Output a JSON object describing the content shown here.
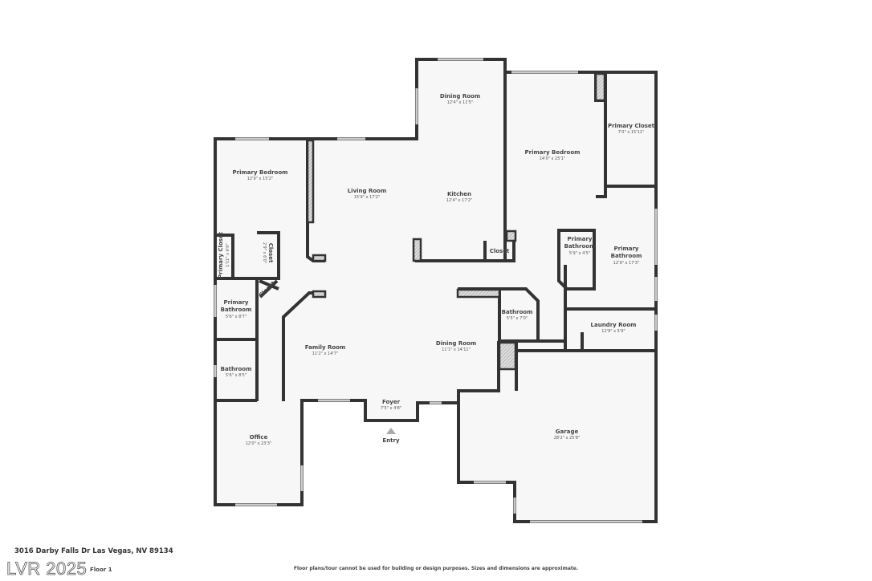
{
  "address": "3016 Darby Falls Dr Las Vegas, NV 89134",
  "floor_label": "Floor 1",
  "watermark": "LVR 2025",
  "disclaimer": "Floor plans/tour cannot be used for building or design purposes. Sizes and dimensions are approximate.",
  "entry_label": "Entry",
  "colors": {
    "wall": "#333333",
    "floor": "#f7f7f7",
    "window": "#cccccc"
  },
  "rooms": [
    {
      "name": "Dining Room",
      "dims": "12'4\" x 11'5\""
    },
    {
      "name": "Primary Bedroom",
      "dims": "14'0\" x 25'1\""
    },
    {
      "name": "Primary Closet",
      "dims": "7'0\" x 15'11\""
    },
    {
      "name": "Primary Bedroom",
      "dims": "12'9\" x 15'2\""
    },
    {
      "name": "Living Room",
      "dims": "15'9\" x 17'2\""
    },
    {
      "name": "Kitchen",
      "dims": "12'4\" x 17'2\""
    },
    {
      "name": "Primary Bathroom",
      "dims": "5'9\" x 4'5\""
    },
    {
      "name": "Primary Bathroom",
      "dims": "12'9\" x 17'3\""
    },
    {
      "name": "Closet",
      "dims": ""
    },
    {
      "name": "Primary Closet",
      "dims": "1'11\" x 6'0\""
    },
    {
      "name": "Closet",
      "dims": "2'9\" x 6'0\""
    },
    {
      "name": "Closet",
      "dims": ""
    },
    {
      "name": "Primary Bathroom",
      "dims": "5'6\" x 8'7\""
    },
    {
      "name": "Bathroom",
      "dims": "5'5\" x 7'0\""
    },
    {
      "name": "Laundry Room",
      "dims": "12'9\" x 5'9\""
    },
    {
      "name": "Family Room",
      "dims": "11'2\" x 14'7\""
    },
    {
      "name": "Dining Room",
      "dims": "11'1\" x 14'11\""
    },
    {
      "name": "Bathroom",
      "dims": "5'6\" x 8'5\""
    },
    {
      "name": "Foyer",
      "dims": "7'5\" x 4'8\""
    },
    {
      "name": "Garage",
      "dims": "28'2\" x 25'8\""
    },
    {
      "name": "Office",
      "dims": "12'0\" x 23'3\""
    }
  ]
}
